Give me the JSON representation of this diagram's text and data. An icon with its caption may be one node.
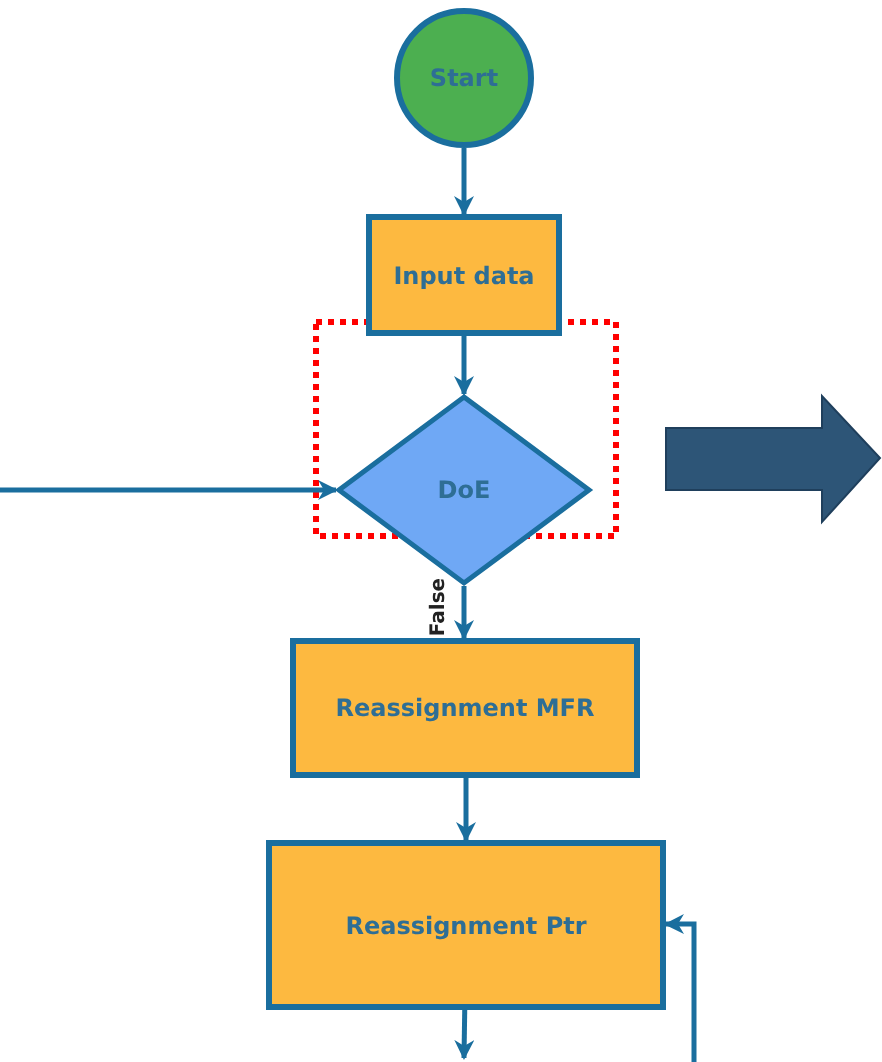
{
  "diagram": {
    "nodes": [
      {
        "text": [
          "Start"
        ]
      },
      {
        "text": [
          "Input data"
        ]
      },
      {
        "text": [
          "DoE"
        ]
      },
      {
        "text": [
          "Reassignment MFR"
        ]
      },
      {
        "text": [
          "Reassignment Ptr"
        ]
      }
    ],
    "edges": [
      {
        "from": 0,
        "to": 1,
        "arrow": "to"
      },
      {
        "from": 1,
        "to": 2,
        "arrow": "to"
      },
      {
        "from": 2,
        "to": 3,
        "arrow": "to",
        "label": "False"
      },
      {
        "from": 3,
        "to": 4,
        "arrow": "to"
      },
      {
        "from": null,
        "to": 2,
        "arrow": "to"
      },
      {
        "from": 4,
        "to": null,
        "arrow": "to"
      },
      {
        "from": null,
        "to": 4,
        "arrow": "to"
      }
    ]
  }
}
